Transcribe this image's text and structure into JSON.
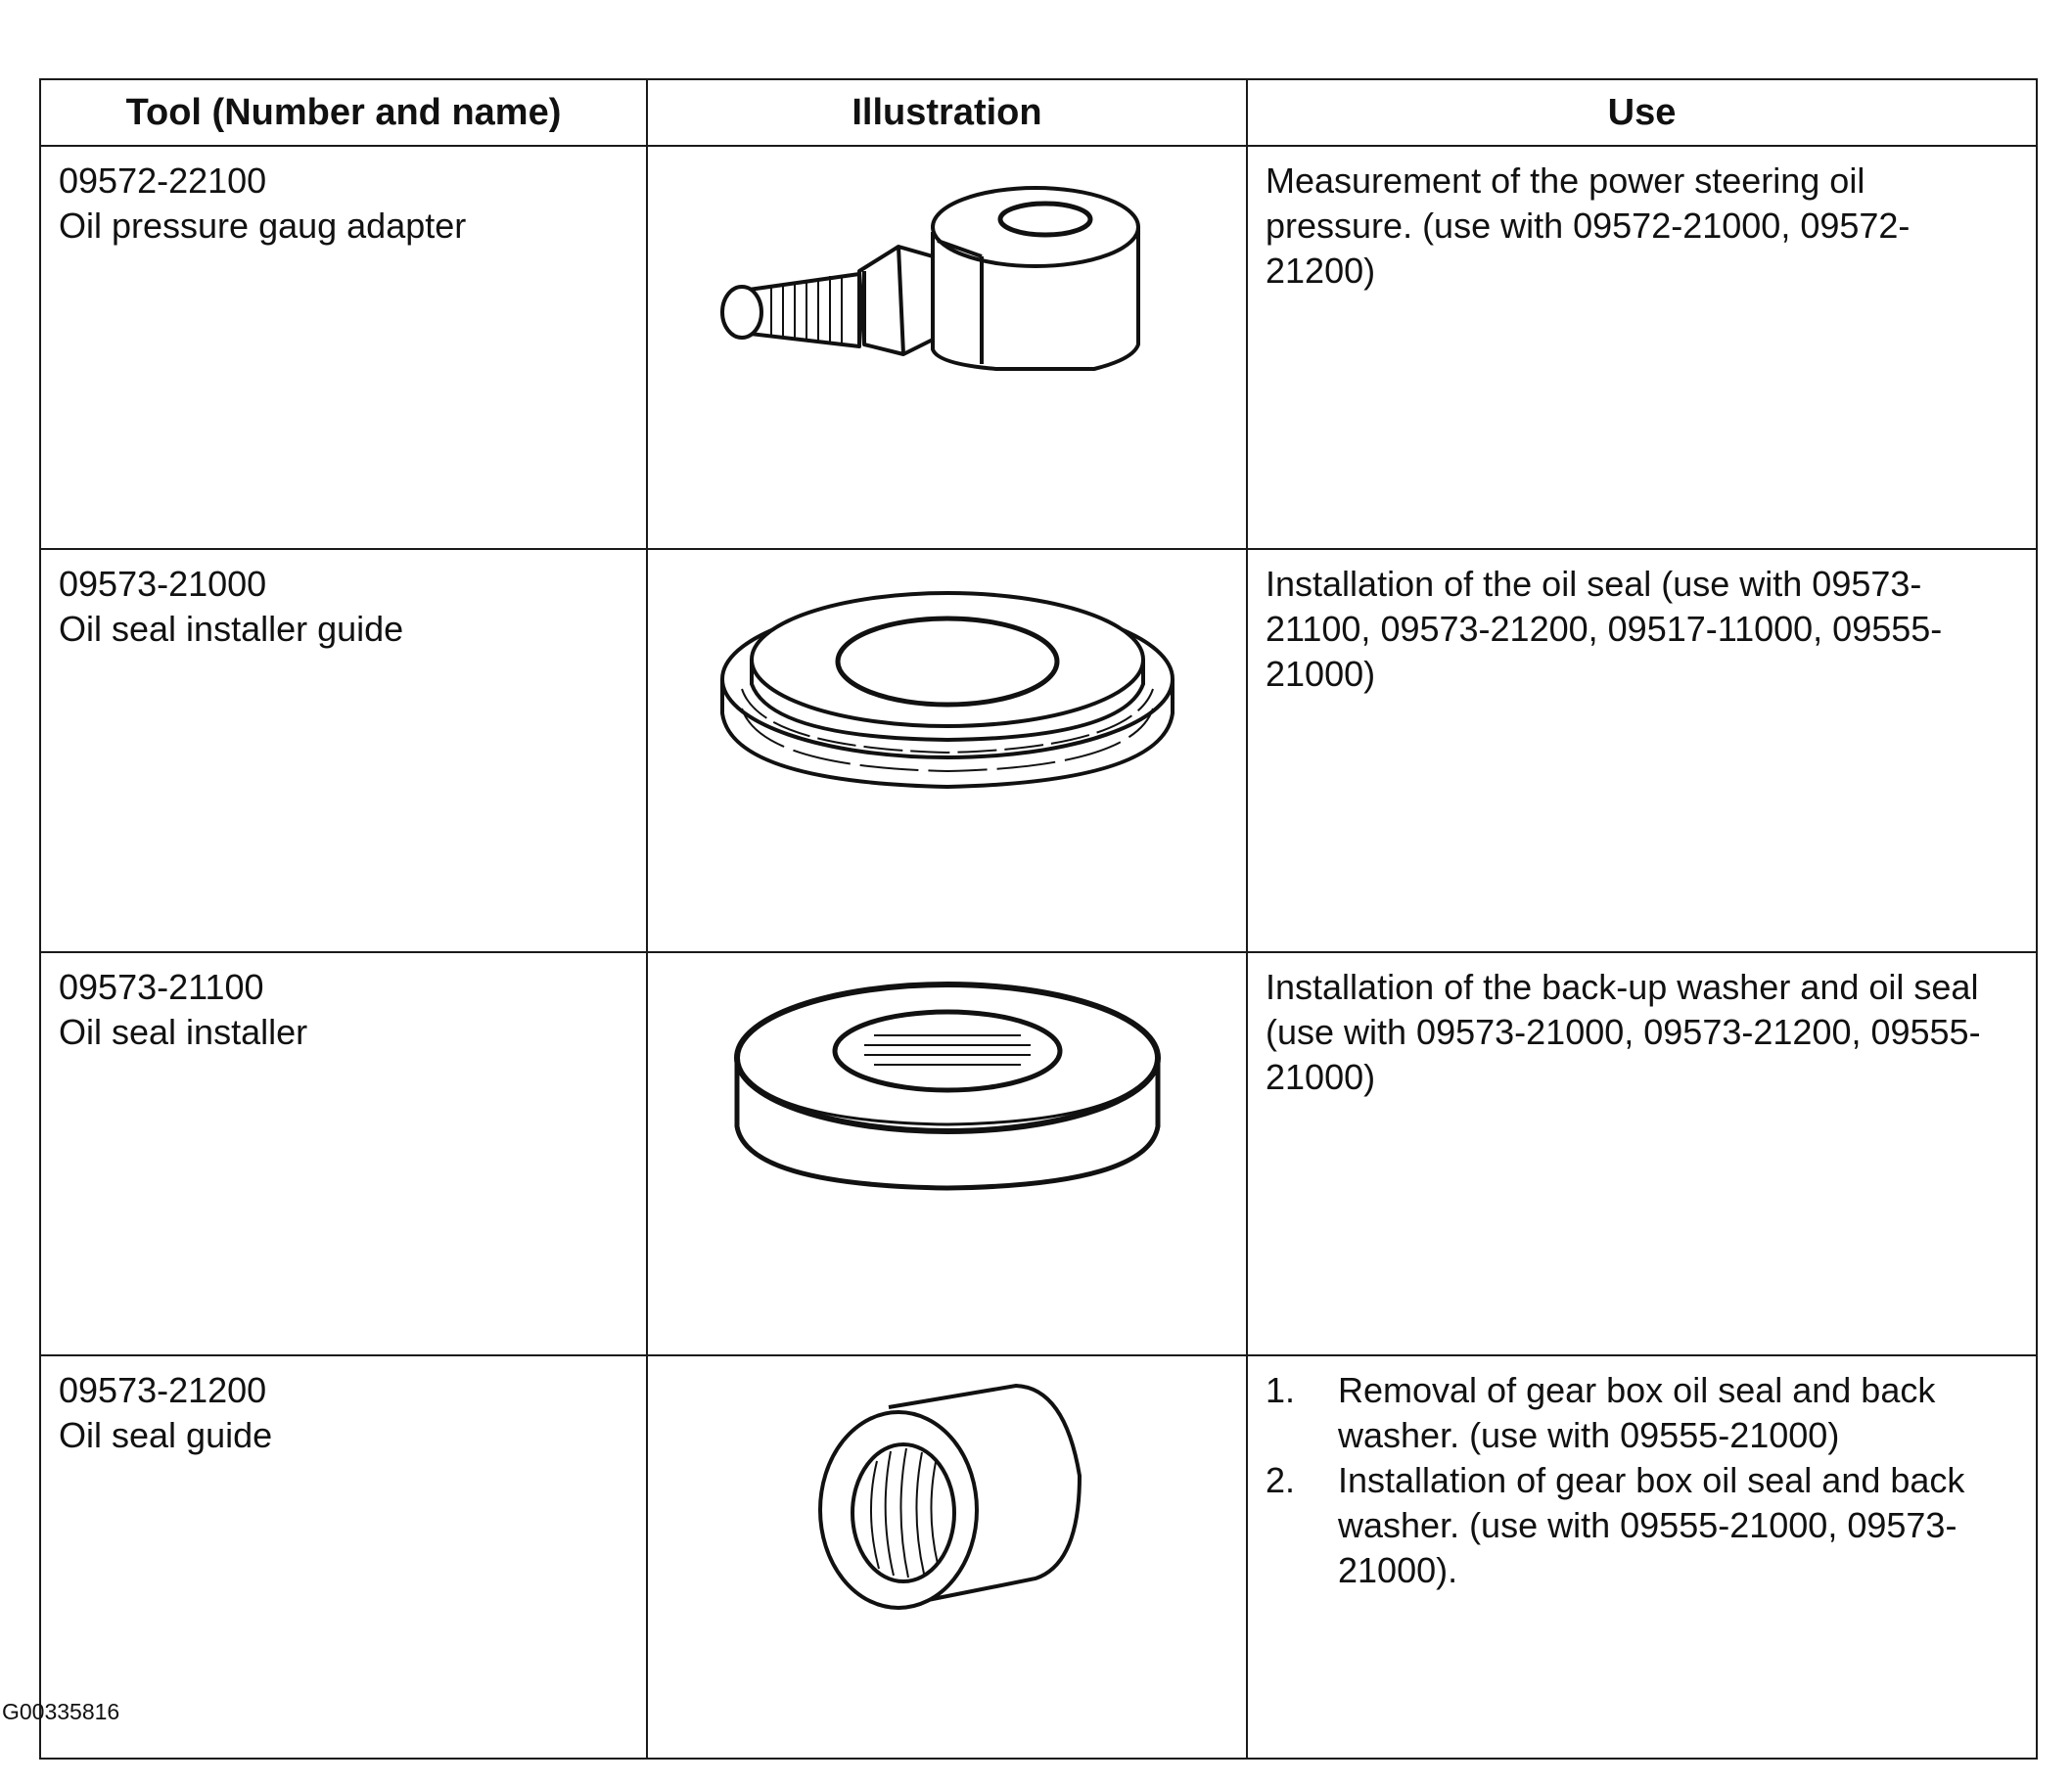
{
  "table": {
    "headers": {
      "tool": "Tool (Number and name)",
      "illustration": "Illustration",
      "use": "Use"
    },
    "rows": [
      {
        "number": "09572-22100",
        "name": "Oil pressure gaug adapter",
        "icon": "oil-pressure-gauge-adapter-illustration",
        "use": "Measurement of the power steering oil pressure. (use with 09572-21000, 09572-21200)"
      },
      {
        "number": "09573-21000",
        "name": "Oil seal installer guide",
        "icon": "oil-seal-installer-guide-illustration",
        "use": "Installation of the oil seal (use with 09573-21100, 09573-21200, 09517-11000, 09555-21000)"
      },
      {
        "number": "09573-21100",
        "name": "Oil seal installer",
        "icon": "oil-seal-installer-illustration",
        "use": "Installation of the back-up washer and oil seal (use with 09573-21000, 09573-21200, 09555-21000)"
      },
      {
        "number": "09573-21200",
        "name": "Oil seal guide",
        "icon": "oil-seal-guide-illustration",
        "use_items": [
          {
            "num": "1.",
            "text": "Removal of gear box oil seal and back washer. (use with 09555-21000)"
          },
          {
            "num": "2.",
            "text": "Installation of gear box oil seal and back washer. (use with 09555-21000, 09573-21000)."
          }
        ]
      }
    ]
  },
  "figure_id": "G00335816"
}
